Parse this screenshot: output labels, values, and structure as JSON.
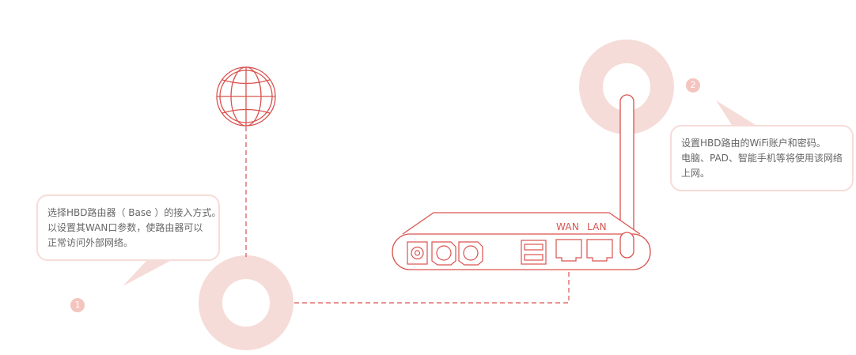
{
  "colors": {
    "line": "#d9534f",
    "ring": "#f6dcd8",
    "badge": "#f4c5bf",
    "text": "#666666"
  },
  "steps": [
    {
      "number": "1",
      "lines": [
        "选择HBD路由器（ Base ）的接入方式。",
        "以设置其WAN口参数，使路由器可以",
        "正常访问外部网络。"
      ]
    },
    {
      "number": "2",
      "lines": [
        "设置HBD路由的WiFi账户和密码。",
        "电脑、PAD、智能手机等将使用该网络",
        "上网。"
      ]
    }
  ],
  "router": {
    "wan_label": "WAN",
    "lan_label": "LAN"
  },
  "icons": [
    "globe-icon",
    "router-icon",
    "antenna-icon"
  ]
}
